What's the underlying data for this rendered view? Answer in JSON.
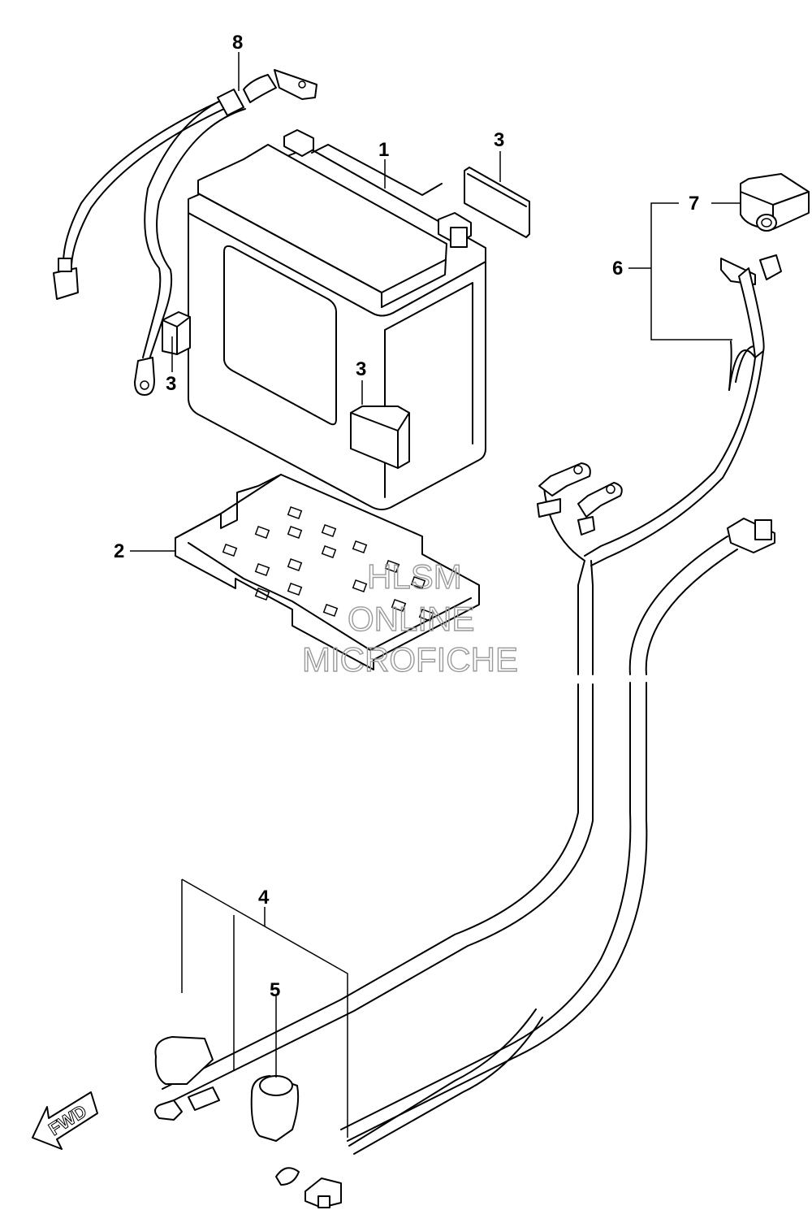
{
  "diagram": {
    "callouts": [
      {
        "id": "part-1",
        "label": "1"
      },
      {
        "id": "part-2",
        "label": "2"
      },
      {
        "id": "part-3a",
        "label": "3"
      },
      {
        "id": "part-3b",
        "label": "3"
      },
      {
        "id": "part-3c",
        "label": "3"
      },
      {
        "id": "part-4",
        "label": "4"
      },
      {
        "id": "part-5",
        "label": "5"
      },
      {
        "id": "part-6",
        "label": "6"
      },
      {
        "id": "part-7",
        "label": "7"
      },
      {
        "id": "part-8",
        "label": "8"
      }
    ],
    "watermark": [
      "HLSM",
      "ONLINE",
      "MICROFICHE"
    ],
    "direction_arrow": "FWD"
  }
}
